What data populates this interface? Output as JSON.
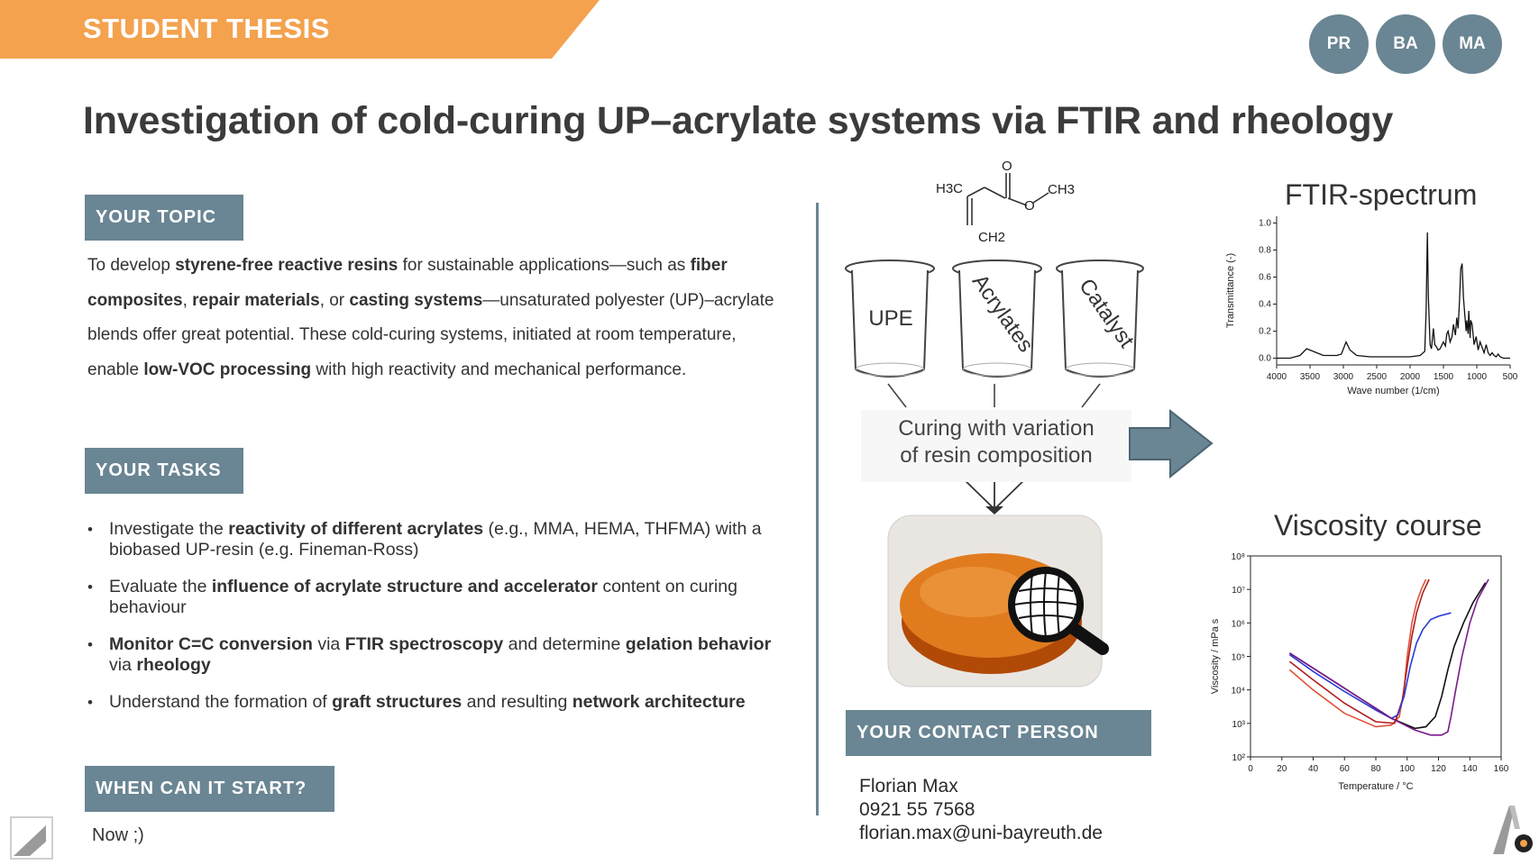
{
  "header": {
    "banner_label": "STUDENT THESIS",
    "badges": [
      "PR",
      "BA",
      "MA"
    ],
    "banner_color": "#f4a24e",
    "accent_color": "#6a8593"
  },
  "title": "Investigation of cold-curing UP–acrylate systems via FTIR and rheology",
  "topic": {
    "heading": "YOUR TOPIC",
    "segments": [
      {
        "t": "To develop ",
        "b": false
      },
      {
        "t": "styrene-free reactive resins",
        "b": true
      },
      {
        "t": " for sustainable applications—such as ",
        "b": false
      },
      {
        "t": "fiber composites",
        "b": true
      },
      {
        "t": ", ",
        "b": false
      },
      {
        "t": "repair materials",
        "b": true
      },
      {
        "t": ", or ",
        "b": false
      },
      {
        "t": "casting systems",
        "b": true
      },
      {
        "t": "—unsaturated polyester (UP)–acrylate blends offer great potential. These cold-curing systems, initiated at room temperature, enable ",
        "b": false
      },
      {
        "t": "low-VOC processing",
        "b": true
      },
      {
        "t": " with high reactivity and mechanical performance.",
        "b": false
      }
    ]
  },
  "tasks": {
    "heading": "YOUR TASKS",
    "items": [
      [
        {
          "t": "Investigate the ",
          "b": false
        },
        {
          "t": "reactivity of different acrylates",
          "b": true
        },
        {
          "t": " (e.g., MMA, HEMA, THFMA) with a biobased UP-resin (e.g. Fineman-Ross)",
          "b": false
        }
      ],
      [
        {
          "t": "Evaluate the ",
          "b": false
        },
        {
          "t": "influence of acrylate structure and accelerator",
          "b": true
        },
        {
          "t": " content on curing behaviour",
          "b": false
        }
      ],
      [
        {
          "t": "Monitor C=C conversion",
          "b": true
        },
        {
          "t": " via ",
          "b": false
        },
        {
          "t": "FTIR spectroscopy",
          "b": true
        },
        {
          "t": " and determine ",
          "b": false
        },
        {
          "t": "gelation behavior",
          "b": true
        },
        {
          "t": " via ",
          "b": false
        },
        {
          "t": "rheology",
          "b": true
        }
      ],
      [
        {
          "t": "Understand the formation of ",
          "b": false
        },
        {
          "t": "graft structures",
          "b": true
        },
        {
          "t": " and resulting ",
          "b": false
        },
        {
          "t": "network architecture",
          "b": true
        }
      ]
    ]
  },
  "start": {
    "heading": "WHEN CAN IT START?",
    "text": "Now ;)"
  },
  "contact": {
    "heading": "YOUR CONTACT PERSON",
    "name": "Florian Max",
    "phone": "0921 55 7568",
    "email": "florian.max@uni-bayreuth.de"
  },
  "diagram": {
    "molecule_labels": [
      "H3C",
      "O",
      "O",
      "CH3",
      "CH2"
    ],
    "beakers": [
      "UPE",
      "Acrylates",
      "Catalyst"
    ],
    "curing_text": [
      "Curing with variation",
      "of resin composition"
    ]
  },
  "chart_data": [
    {
      "type": "line",
      "title": "FTIR-spectrum",
      "xlabel": "Wave number (1/cm)",
      "ylabel": "Transmittance (-)",
      "x_ticks": [
        "4000",
        "3500",
        "3000",
        "2500",
        "2000",
        "1500",
        "1000",
        "500"
      ],
      "y_ticks": [
        "0.0",
        "0.2",
        "0.4",
        "0.6",
        "0.8",
        "1.0"
      ],
      "xlim": [
        4000,
        500
      ],
      "ylim": [
        -0.05,
        1.05
      ],
      "series": [
        {
          "x": [
            4000,
            3800,
            3650,
            3550,
            3450,
            3300,
            3100,
            3030,
            2960,
            2900,
            2800,
            2600,
            2400,
            2200,
            2000,
            1850,
            1780,
            1760,
            1740,
            1725,
            1700,
            1680,
            1650,
            1630,
            1600,
            1580,
            1550,
            1500,
            1470,
            1450,
            1430,
            1400,
            1370,
            1350,
            1320,
            1300,
            1280,
            1260,
            1240,
            1220,
            1200,
            1180,
            1160,
            1150,
            1130,
            1120,
            1100,
            1090,
            1070,
            1040,
            1010,
            980,
            950,
            920,
            890,
            860,
            830,
            800,
            770,
            740,
            710,
            680,
            650,
            600,
            550,
            500
          ],
          "y": [
            0.0,
            0.0,
            0.02,
            0.07,
            0.05,
            0.02,
            0.02,
            0.03,
            0.12,
            0.06,
            0.02,
            0.01,
            0.01,
            0.01,
            0.01,
            0.02,
            0.05,
            0.35,
            0.93,
            0.45,
            0.1,
            0.07,
            0.22,
            0.1,
            0.08,
            0.06,
            0.07,
            0.12,
            0.09,
            0.18,
            0.2,
            0.12,
            0.16,
            0.25,
            0.17,
            0.3,
            0.22,
            0.42,
            0.66,
            0.7,
            0.45,
            0.32,
            0.2,
            0.28,
            0.18,
            0.35,
            0.15,
            0.28,
            0.25,
            0.1,
            0.16,
            0.06,
            0.12,
            0.08,
            0.04,
            0.1,
            0.04,
            0.02,
            0.04,
            0.02,
            0.01,
            0.03,
            0.01,
            0.0,
            0.0,
            0.0
          ]
        }
      ]
    },
    {
      "type": "line",
      "title": "Viscosity course",
      "xlabel": "Temperature  /  °C",
      "ylabel": "Viscosity  /  mPa s",
      "x_ticks": [
        "0",
        "20",
        "40",
        "60",
        "80",
        "100",
        "120",
        "140",
        "160"
      ],
      "y_ticks": [
        "10²",
        "10³",
        "10⁴",
        "10⁵",
        "10⁶",
        "10⁷",
        "10⁸"
      ],
      "xlim": [
        0,
        160
      ],
      "ylim_log10": [
        2,
        8
      ],
      "series": [
        {
          "color": "#e0553b",
          "x": [
            25,
            40,
            60,
            80,
            90,
            95,
            98,
            100,
            103,
            106,
            109,
            112
          ],
          "y_log10": [
            4.6,
            4.0,
            3.3,
            2.9,
            2.95,
            3.2,
            4.0,
            5.0,
            6.0,
            6.6,
            7.0,
            7.3
          ]
        },
        {
          "color": "#b01e1e",
          "x": [
            25,
            40,
            60,
            80,
            92,
            97,
            100,
            103,
            106,
            110,
            114
          ],
          "y_log10": [
            4.85,
            4.3,
            3.6,
            3.05,
            3.0,
            3.7,
            4.7,
            5.6,
            6.3,
            6.9,
            7.3
          ]
        },
        {
          "color": "#2a3ad6",
          "x": [
            25,
            40,
            60,
            80,
            90,
            94,
            98,
            102,
            106,
            110,
            115,
            120,
            128
          ],
          "y_log10": [
            5.05,
            4.55,
            3.95,
            3.4,
            3.15,
            3.25,
            3.8,
            4.7,
            5.4,
            5.8,
            6.1,
            6.2,
            6.3
          ]
        },
        {
          "color": "#111111",
          "x": [
            25,
            50,
            70,
            90,
            105,
            112,
            118,
            122,
            126,
            130,
            136,
            142,
            150
          ],
          "y_log10": [
            5.1,
            4.35,
            3.75,
            3.15,
            2.85,
            2.9,
            3.2,
            3.8,
            4.6,
            5.3,
            6.0,
            6.6,
            7.2
          ]
        },
        {
          "color": "#7a1a8c",
          "x": [
            25,
            50,
            70,
            90,
            105,
            115,
            122,
            126,
            128,
            131,
            135,
            140,
            145,
            152
          ],
          "y_log10": [
            5.1,
            4.35,
            3.75,
            3.15,
            2.8,
            2.65,
            2.65,
            2.75,
            3.2,
            4.0,
            5.0,
            6.0,
            6.7,
            7.3
          ]
        }
      ]
    }
  ]
}
